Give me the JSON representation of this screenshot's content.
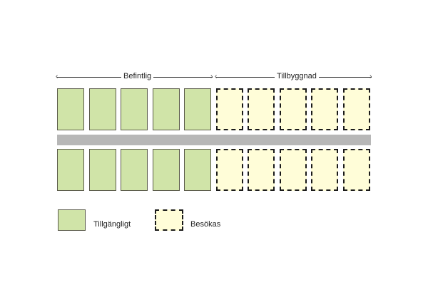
{
  "header": {
    "existing_label": "Befintlig",
    "extension_label": "Tillbyggnad"
  },
  "rows": [
    {
      "green_count": 5,
      "yellow_count": 5
    },
    {
      "green_count": 5,
      "yellow_count": 5
    }
  ],
  "legend": {
    "available_label": "Tillgängligt",
    "visited_label": "Besökas"
  },
  "colors": {
    "green_fill": "#d0e4a8",
    "yellow_fill": "#fffdd8",
    "road": "#b7b7b7"
  }
}
